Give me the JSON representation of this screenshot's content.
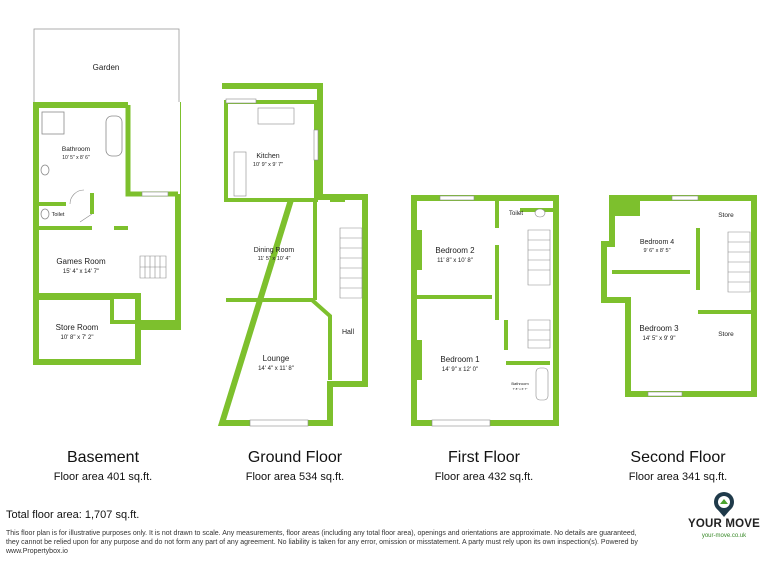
{
  "brand": {
    "accent": "#7dc02d",
    "wall": "#7dc02d",
    "window": "#bfe8f0",
    "logo_dark": "#1f3a4a",
    "logo_green": "#4aa32e"
  },
  "labels": {
    "garden": "Garden",
    "bathroom_b": "Bathroom",
    "bathroom_b_dim": "10' 5\" x 8' 6\"",
    "toilet_b": "Toilet",
    "games_room": "Games Room",
    "games_room_dim": "15' 4\" x 14' 7\"",
    "store_room": "Store Room",
    "store_room_dim": "10' 8\" x 7' 2\"",
    "kitchen": "Kitchen",
    "kitchen_dim": "10' 9\" x 9' 7\"",
    "dining_room": "Dining Room",
    "dining_room_dim": "11' 5\" x 10' 4\"",
    "lounge": "Lounge",
    "lounge_dim": "14' 4\" x 11' 8\"",
    "hall": "Hall",
    "bedroom2": "Bedroom 2",
    "bedroom2_dim": "11' 8\" x 10' 8\"",
    "toilet_1": "Toilet",
    "bedroom1": "Bedroom 1",
    "bedroom1_dim": "14' 9\" x 12' 0\"",
    "bathroom_1": "Bathroom",
    "bathroom_1_dim": "7' 8\" x 6' 7\"",
    "bedroom4": "Bedroom 4",
    "bedroom4_dim": "9' 6\" x 8' 5\"",
    "store_a": "Store",
    "bedroom3": "Bedroom 3",
    "bedroom3_dim": "14' 5\" x 9' 9\"",
    "store_b": "Store"
  },
  "floors": [
    {
      "name": "Basement",
      "area": "Floor area 401 sq.ft."
    },
    {
      "name": "Ground Floor",
      "area": "Floor area 534 sq.ft."
    },
    {
      "name": "First Floor",
      "area": "Floor area 432 sq.ft."
    },
    {
      "name": "Second Floor",
      "area": "Floor area 341 sq.ft."
    }
  ],
  "total": "Total floor area: 1,707 sq.ft.",
  "disclaimer": "This floor plan is for illustrative purposes only. It is not drawn to scale. Any measurements, floor areas (including any total floor area), openings and orientations are approximate. No details are guaranteed, they cannot be relied upon for any purpose and do not form any part of any agreement. No liability is taken for any error, omission or misstatement. A party must rely upon its own inspection(s). Powered by www.Propertybox.io",
  "logo": {
    "name": "YOUR MOVE",
    "url": "your-move.co.uk"
  }
}
